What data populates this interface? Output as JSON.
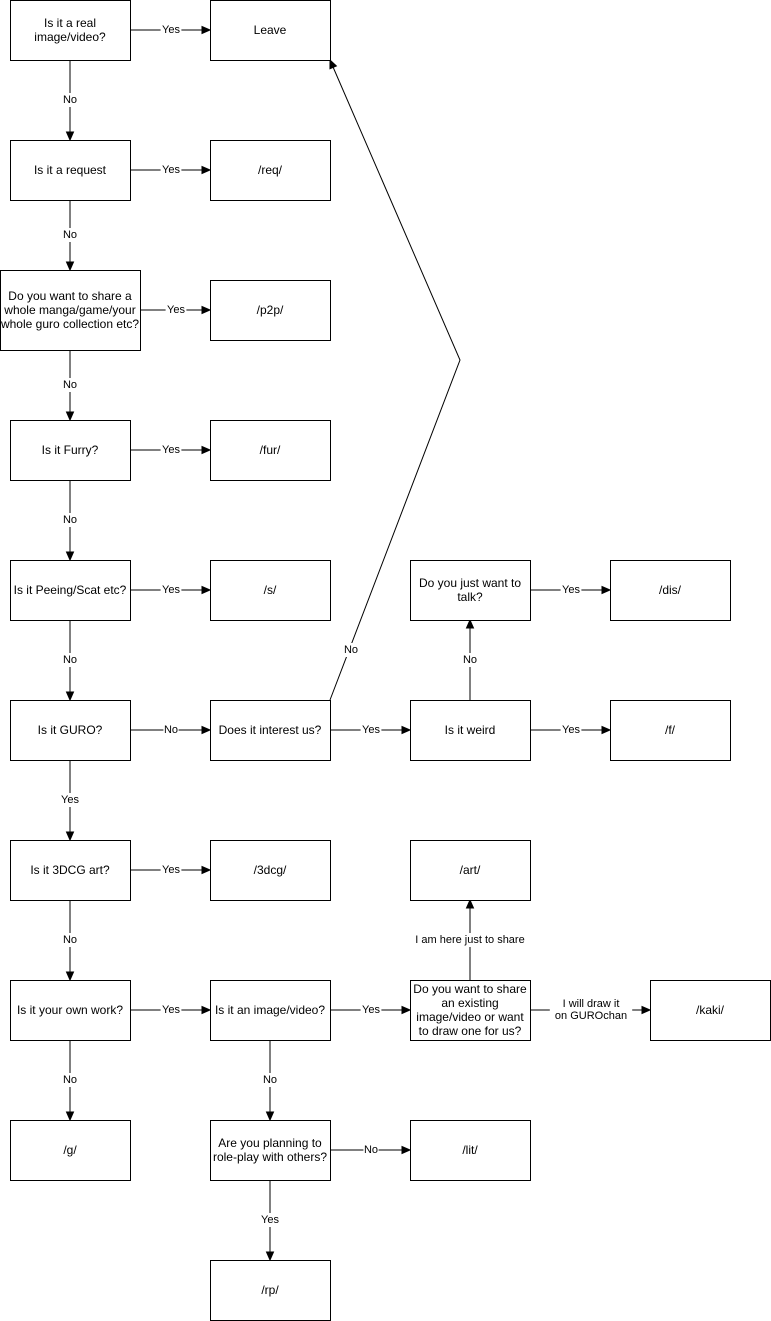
{
  "nodes": [
    {
      "id": "real",
      "lines": [
        "Is it a real",
        "image/video?"
      ]
    },
    {
      "id": "leave",
      "lines": [
        "Leave"
      ]
    },
    {
      "id": "request",
      "lines": [
        "Is it a request"
      ]
    },
    {
      "id": "req",
      "lines": [
        "/req/"
      ]
    },
    {
      "id": "share",
      "lines": [
        "Do you want to share a",
        "whole manga/game/your",
        "whole guro collection etc?"
      ]
    },
    {
      "id": "p2p",
      "lines": [
        "/p2p/"
      ]
    },
    {
      "id": "furry",
      "lines": [
        "Is it Furry?"
      ]
    },
    {
      "id": "fur",
      "lines": [
        "/fur/"
      ]
    },
    {
      "id": "peeing",
      "lines": [
        "Is it Peeing/Scat etc?"
      ]
    },
    {
      "id": "s",
      "lines": [
        "/s/"
      ]
    },
    {
      "id": "talk",
      "lines": [
        "Do you just want to",
        "talk?"
      ]
    },
    {
      "id": "dis",
      "lines": [
        "/dis/"
      ]
    },
    {
      "id": "guro",
      "lines": [
        "Is it GURO?"
      ]
    },
    {
      "id": "interest",
      "lines": [
        "Does it interest us?"
      ]
    },
    {
      "id": "weird",
      "lines": [
        "Is it weird"
      ]
    },
    {
      "id": "f",
      "lines": [
        "/f/"
      ]
    },
    {
      "id": "cg",
      "lines": [
        "Is it 3DCG art?"
      ]
    },
    {
      "id": "3dcg",
      "lines": [
        "/3dcg/"
      ]
    },
    {
      "id": "art",
      "lines": [
        "/art/"
      ]
    },
    {
      "id": "own",
      "lines": [
        "Is it your own work?"
      ]
    },
    {
      "id": "imgvid",
      "lines": [
        "Is it an image/video?"
      ]
    },
    {
      "id": "existing",
      "lines": [
        "Do you want to share",
        "an existing",
        "image/video or want",
        "to draw one for us?"
      ]
    },
    {
      "id": "kaki",
      "lines": [
        "/kaki/"
      ]
    },
    {
      "id": "g",
      "lines": [
        "/g/"
      ]
    },
    {
      "id": "roleplay",
      "lines": [
        "Are you planning to",
        "role-play with others?"
      ]
    },
    {
      "id": "lit",
      "lines": [
        "/lit/"
      ]
    },
    {
      "id": "rp",
      "lines": [
        "/rp/"
      ]
    }
  ],
  "edges": [
    {
      "id": "real-leave",
      "from": "real",
      "to": "leave",
      "label": [
        "Yes"
      ]
    },
    {
      "id": "real-request",
      "from": "real",
      "to": "request",
      "label": [
        "No"
      ]
    },
    {
      "id": "request-req",
      "from": "request",
      "to": "req",
      "label": [
        "Yes"
      ]
    },
    {
      "id": "request-share",
      "from": "request",
      "to": "share",
      "label": [
        "No"
      ]
    },
    {
      "id": "share-p2p",
      "from": "share",
      "to": "p2p",
      "label": [
        "Yes"
      ]
    },
    {
      "id": "share-furry",
      "from": "share",
      "to": "furry",
      "label": [
        "No"
      ]
    },
    {
      "id": "furry-fur",
      "from": "furry",
      "to": "fur",
      "label": [
        "Yes"
      ]
    },
    {
      "id": "furry-peeing",
      "from": "furry",
      "to": "peeing",
      "label": [
        "No"
      ]
    },
    {
      "id": "peeing-s",
      "from": "peeing",
      "to": "s",
      "label": [
        "Yes"
      ]
    },
    {
      "id": "peeing-guro",
      "from": "peeing",
      "to": "guro",
      "label": [
        "No"
      ]
    },
    {
      "id": "guro-interest",
      "from": "guro",
      "to": "interest",
      "label": [
        "No"
      ]
    },
    {
      "id": "guro-cg",
      "from": "guro",
      "to": "cg",
      "label": [
        "Yes"
      ]
    },
    {
      "id": "interest-leave",
      "from": "interest",
      "to": "leave",
      "label": [
        "No"
      ]
    },
    {
      "id": "interest-weird",
      "from": "interest",
      "to": "weird",
      "label": [
        "Yes"
      ]
    },
    {
      "id": "weird-talk",
      "from": "weird",
      "to": "talk",
      "label": [
        "No"
      ]
    },
    {
      "id": "weird-f",
      "from": "weird",
      "to": "f",
      "label": [
        "Yes"
      ]
    },
    {
      "id": "talk-dis",
      "from": "talk",
      "to": "dis",
      "label": [
        "Yes"
      ]
    },
    {
      "id": "cg-3dcg",
      "from": "cg",
      "to": "3dcg",
      "label": [
        "Yes"
      ]
    },
    {
      "id": "cg-own",
      "from": "cg",
      "to": "own",
      "label": [
        "No"
      ]
    },
    {
      "id": "own-imgvid",
      "from": "own",
      "to": "imgvid",
      "label": [
        "Yes"
      ]
    },
    {
      "id": "own-g",
      "from": "own",
      "to": "g",
      "label": [
        "No"
      ]
    },
    {
      "id": "imgvid-existing",
      "from": "imgvid",
      "to": "existing",
      "label": [
        "Yes"
      ]
    },
    {
      "id": "imgvid-roleplay",
      "from": "imgvid",
      "to": "roleplay",
      "label": [
        "No"
      ]
    },
    {
      "id": "existing-art",
      "from": "existing",
      "to": "art",
      "label": [
        "I am here just to share"
      ]
    },
    {
      "id": "existing-kaki",
      "from": "existing",
      "to": "kaki",
      "label": [
        "I will draw it",
        "on GUROchan"
      ]
    },
    {
      "id": "roleplay-lit",
      "from": "roleplay",
      "to": "lit",
      "label": [
        "No"
      ]
    },
    {
      "id": "roleplay-rp",
      "from": "roleplay",
      "to": "rp",
      "label": [
        "Yes"
      ]
    }
  ]
}
